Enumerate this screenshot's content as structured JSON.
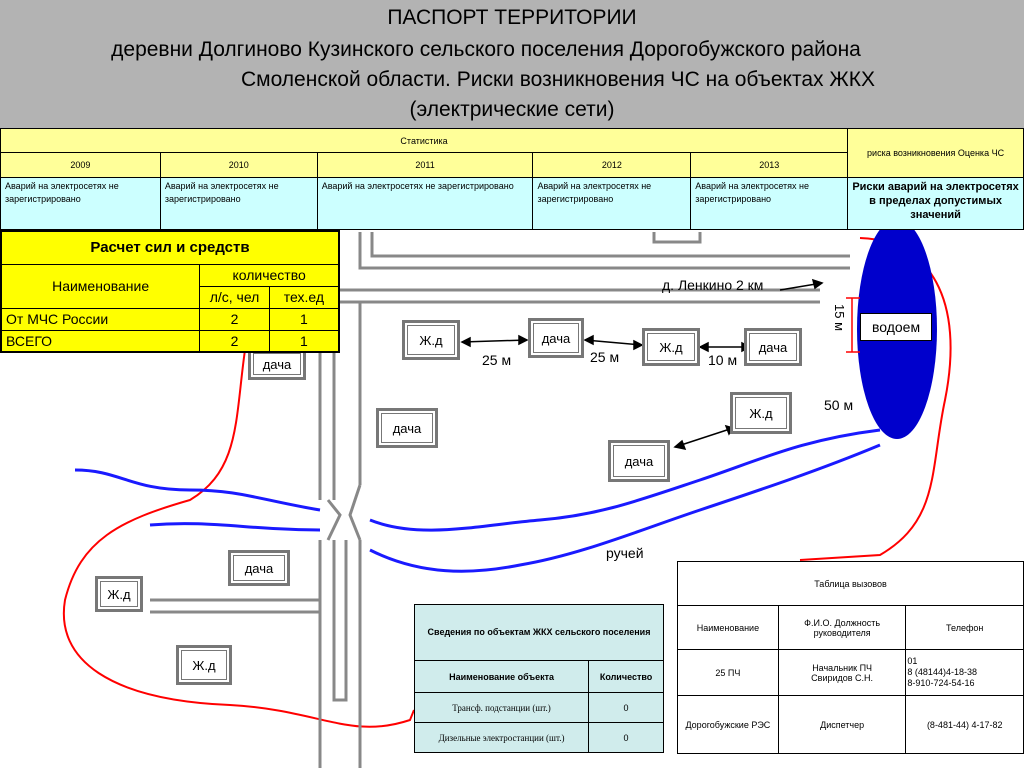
{
  "title": {
    "line1": "ПАСПОРТ ТЕРРИТОРИИ",
    "line2": "деревни Долгиново Кузинского сельского поселения  Дорогобужского района",
    "line3": "Смоленской области. Риски возникновения ЧС на объектах ЖКХ",
    "line4": "(электрические сети)"
  },
  "stats": {
    "header": "Статистика",
    "risk_header": "риска возникновения Оценка ЧС",
    "years": [
      "2009",
      "2010",
      "2011",
      "2012",
      "2013"
    ],
    "values": [
      "Аварий на электросетях не зарегистрировано",
      "Аварий на электросетях не зарегистрировано",
      "Аварий на электросетях не зарегистрировано",
      "Аварий на электросетях не зарегистрировано",
      "Аварий на электросетях не зарегистрировано"
    ],
    "risk_value": "Риски аварий на электросетях в пределах допустимых значений"
  },
  "forces": {
    "title": "Расчет сил и средств",
    "name_header": "Наименование",
    "qty_header": "количество",
    "col_people": "л/с, чел",
    "col_equipment": "тех.ед",
    "rows": [
      {
        "name": "От МЧС России",
        "people": "2",
        "equipment": "1"
      },
      {
        "name": "ВСЕГО",
        "people": "2",
        "equipment": "1"
      }
    ]
  },
  "map": {
    "lenkino": "д. Ленкино 2 км",
    "distance_15": "15 м",
    "pond": "водоем",
    "stream": "ручей",
    "d25a": "25 м",
    "d25b": "25 м",
    "d10": "10 м",
    "d50": "50 м",
    "houses": {
      "zhd": "Ж.д",
      "dacha": "дача"
    }
  },
  "zhkh": {
    "title": "Сведения по объектам ЖКХ сельского поселения",
    "col_name": "Наименование объекта",
    "col_qty": "Количество",
    "rows": [
      {
        "name": "Трансф. подстанции (шт.)",
        "qty": "0"
      },
      {
        "name": "Дизельные электростанции (шт.)",
        "qty": "0"
      }
    ]
  },
  "calls": {
    "title": "Таблица вызовов",
    "col_name": "Наименование",
    "col_head": "Ф.И.О. Должность руководителя",
    "col_phone": "Телефон",
    "rows": [
      {
        "name": "25 ПЧ",
        "head_line1": "Начальник ПЧ",
        "head_line2": "Свиридов С.Н.",
        "phone_line1": "01",
        "phone_line2": "8 (48144)4-18-38",
        "phone_line3": "8-910-724-54-16"
      },
      {
        "name": "Дорогобужские РЭС",
        "head_line1": "Диспетчер",
        "head_line2": "",
        "phone_line1": "(8-481-44) 4-17-82",
        "phone_line2": "",
        "phone_line3": ""
      }
    ]
  },
  "colors": {
    "title_bg": "#b3b3b3",
    "stats_yellow": "#ffff99",
    "stats_cyan": "#ccffff",
    "forces_yellow": "#ffff00",
    "zhkh_bg": "#d0ecec",
    "river_blue": "#1a1aff",
    "border_red": "#ff0000",
    "pond_blue": "#0000cc"
  }
}
